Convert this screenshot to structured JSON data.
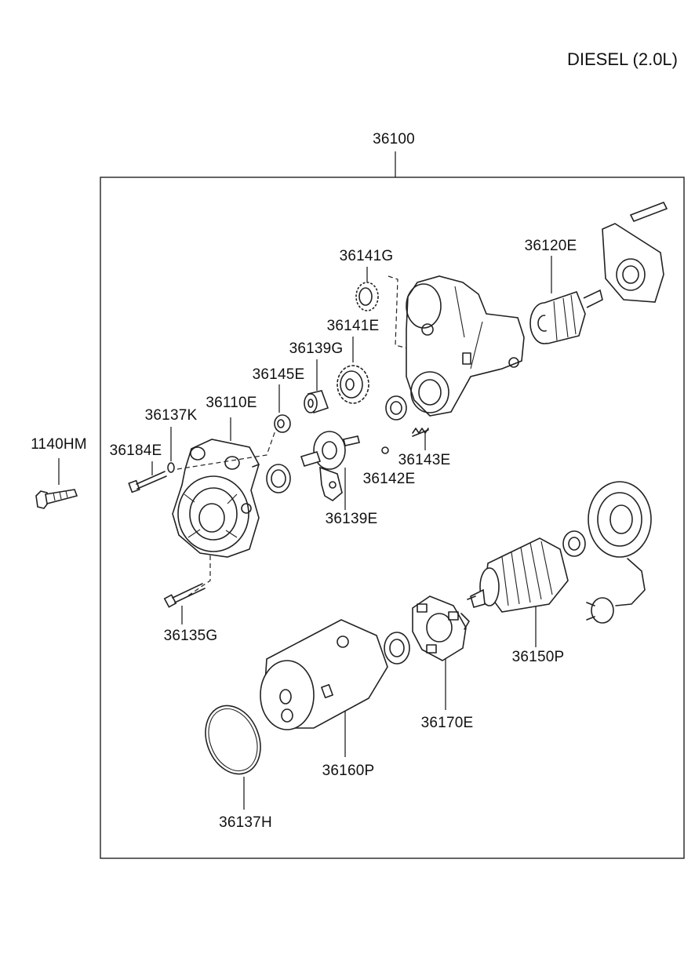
{
  "variant_label": "DIESEL (2.0L)",
  "assembly_number": "36100",
  "parts": [
    {
      "code": "1140HM"
    },
    {
      "code": "36184E"
    },
    {
      "code": "36137K"
    },
    {
      "code": "36110E"
    },
    {
      "code": "36145E"
    },
    {
      "code": "36139G"
    },
    {
      "code": "36141E"
    },
    {
      "code": "36141G"
    },
    {
      "code": "36120E"
    },
    {
      "code": "36143E"
    },
    {
      "code": "36142E"
    },
    {
      "code": "36139E"
    },
    {
      "code": "36135G"
    },
    {
      "code": "36150P"
    },
    {
      "code": "36170E"
    },
    {
      "code": "36160P"
    },
    {
      "code": "36137H"
    }
  ]
}
